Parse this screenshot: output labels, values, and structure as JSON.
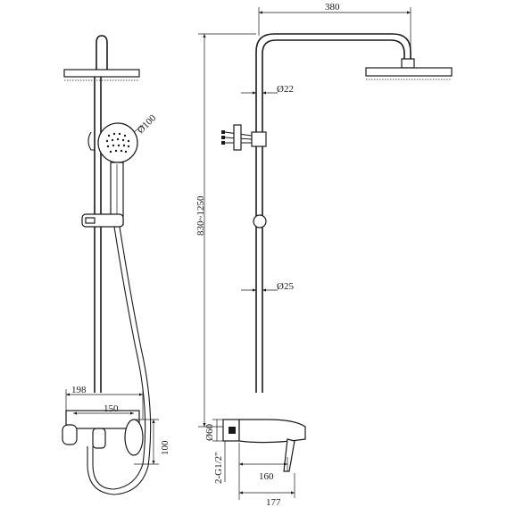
{
  "dimensions": {
    "head_arm_length": "380",
    "upper_pipe_diameter": "Ø22",
    "lower_pipe_diameter": "Ø25",
    "height_range": "830~1250",
    "hand_shower_diameter": "Ø100",
    "mixer_width_outer": "198",
    "mixer_width_inner": "150",
    "mixer_height": "100",
    "inlet_diameter": "Ø60",
    "inlet_thread": "2-G1/2\"",
    "spout_reach_inner": "160",
    "spout_reach_outer": "177"
  },
  "colors": {
    "line": "#1a1a1a",
    "background": "#ffffff"
  }
}
